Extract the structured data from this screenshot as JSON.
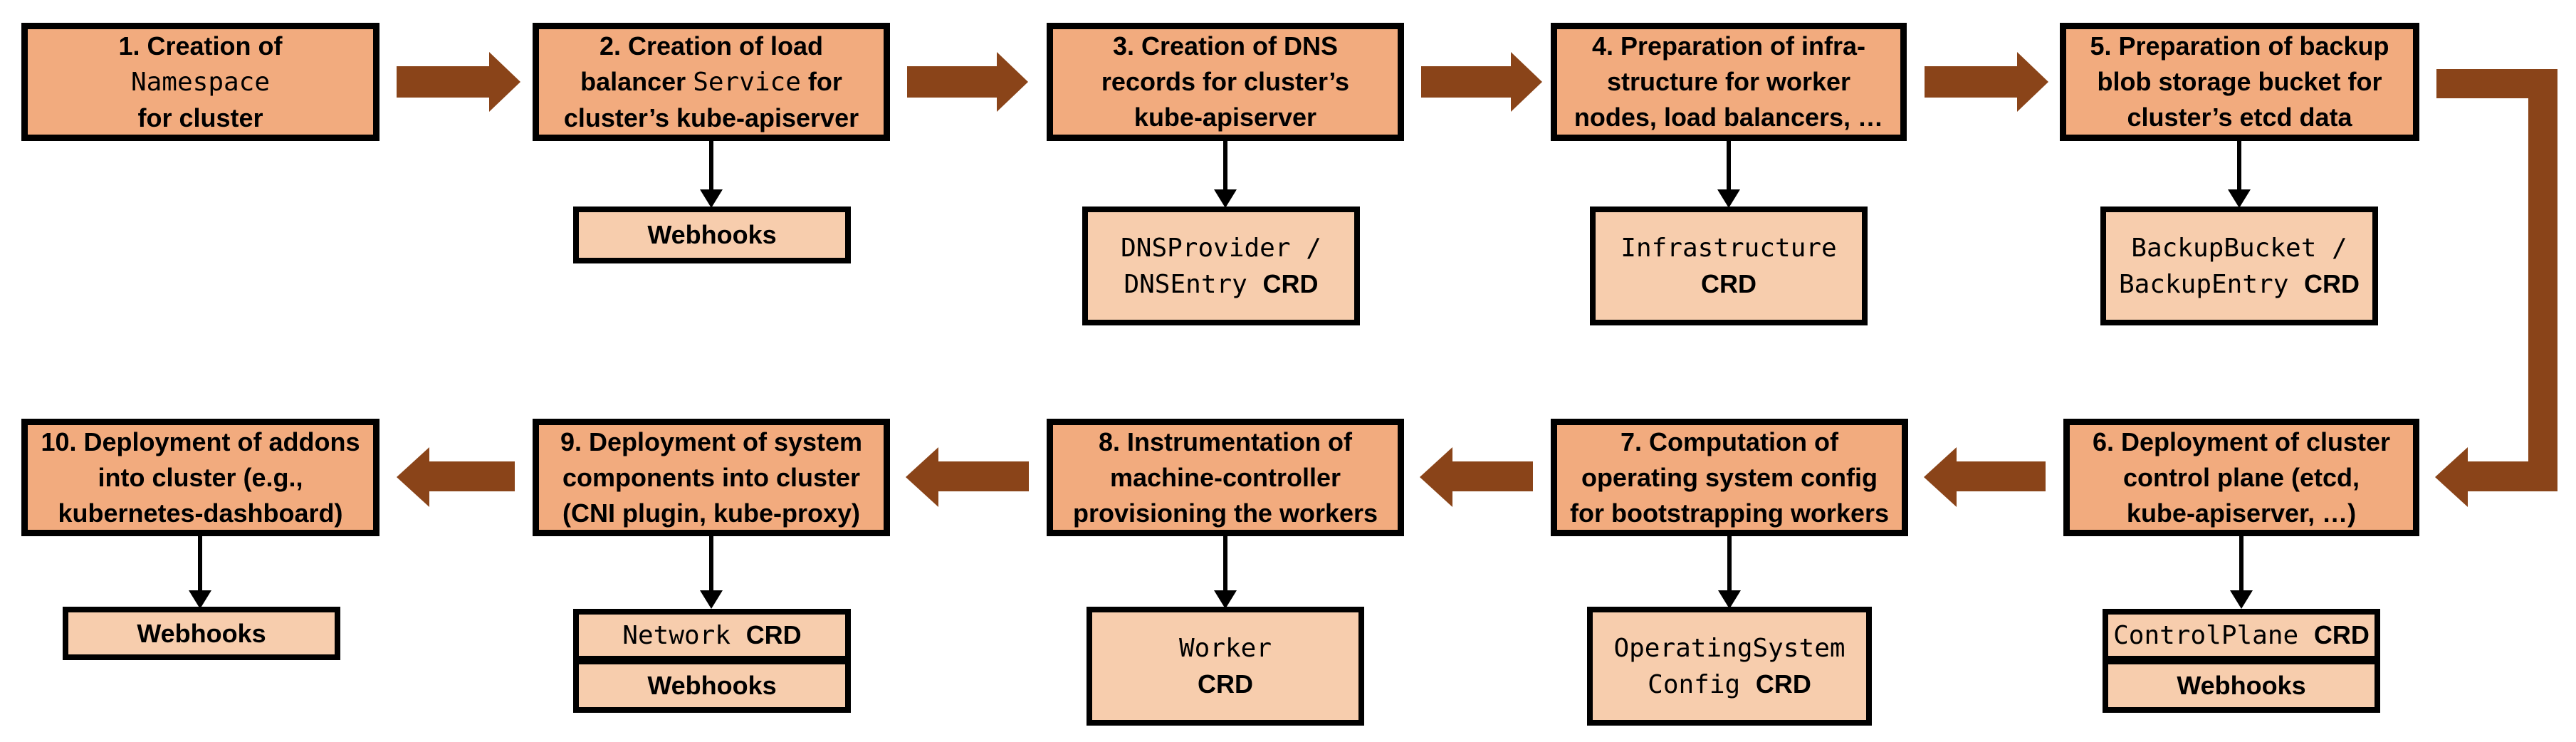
{
  "colors": {
    "box_fill": "#F2AB7E",
    "subbox_fill": "#F7CDAD",
    "arrow_brown": "#8A4419",
    "border": "#000000"
  },
  "labels": {
    "webhooks": "Webhooks"
  },
  "steps": [
    {
      "name": "step-1",
      "lines": [
        [
          {
            "t": "1. Creation of"
          }
        ],
        [
          {
            "t": "Namespace",
            "mono": true
          }
        ],
        [
          {
            "t": "for cluster"
          }
        ]
      ]
    },
    {
      "name": "step-2",
      "lines": [
        [
          {
            "t": "2. Creation of load"
          }
        ],
        [
          {
            "t": "balancer "
          },
          {
            "t": "Service",
            "mono": true
          },
          {
            "t": " for"
          }
        ],
        [
          {
            "t": "cluster’s kube-apiserver"
          }
        ]
      ]
    },
    {
      "name": "step-3",
      "lines": [
        [
          {
            "t": "3. Creation of DNS"
          }
        ],
        [
          {
            "t": "records for cluster’s"
          }
        ],
        [
          {
            "t": "kube-apiserver"
          }
        ]
      ]
    },
    {
      "name": "step-4",
      "lines": [
        [
          {
            "t": "4. Preparation of infra-"
          }
        ],
        [
          {
            "t": "structure for worker"
          }
        ],
        [
          {
            "t": "nodes, load balancers, …"
          }
        ]
      ]
    },
    {
      "name": "step-5",
      "lines": [
        [
          {
            "t": "5. Preparation of backup"
          }
        ],
        [
          {
            "t": "blob storage bucket for"
          }
        ],
        [
          {
            "t": "cluster’s etcd data"
          }
        ]
      ]
    },
    {
      "name": "step-6",
      "lines": [
        [
          {
            "t": "6. Deployment of cluster"
          }
        ],
        [
          {
            "t": "control plane (etcd,"
          }
        ],
        [
          {
            "t": "kube-apiserver, …)"
          }
        ]
      ]
    },
    {
      "name": "step-7",
      "lines": [
        [
          {
            "t": "7. Computation of"
          }
        ],
        [
          {
            "t": "operating system config"
          }
        ],
        [
          {
            "t": "for bootstrapping workers"
          }
        ]
      ]
    },
    {
      "name": "step-8",
      "lines": [
        [
          {
            "t": "8. Instrumentation of"
          }
        ],
        [
          {
            "t": "machine-controller"
          }
        ],
        [
          {
            "t": "provisioning the workers"
          }
        ]
      ]
    },
    {
      "name": "step-9",
      "lines": [
        [
          {
            "t": "9. Deployment of system"
          }
        ],
        [
          {
            "t": "components into cluster"
          }
        ],
        [
          {
            "t": "(CNI plugin, kube-proxy)"
          }
        ]
      ]
    },
    {
      "name": "step-10",
      "lines": [
        [
          {
            "t": "10. Deployment of addons"
          }
        ],
        [
          {
            "t": "into cluster (e.g.,"
          }
        ],
        [
          {
            "t": "kubernetes-dashboard)"
          }
        ]
      ]
    }
  ],
  "crds": {
    "dns": [
      [
        {
          "t": "DNSProvider /",
          "mono": true
        }
      ],
      [
        {
          "t": "DNSEntry ",
          "mono": true
        },
        {
          "t": "CRD",
          "crd": true
        }
      ]
    ],
    "infra": [
      [
        {
          "t": "Infrastructure",
          "mono": true
        }
      ],
      [
        {
          "t": "CRD",
          "crd": true
        }
      ]
    ],
    "backup": [
      [
        {
          "t": "BackupBucket /",
          "mono": true
        }
      ],
      [
        {
          "t": "BackupEntry ",
          "mono": true
        },
        {
          "t": "CRD",
          "crd": true
        }
      ]
    ],
    "controlplane": [
      [
        {
          "t": "ControlPlane ",
          "mono": true
        },
        {
          "t": "CRD",
          "crd": true
        }
      ]
    ],
    "osc": [
      [
        {
          "t": "OperatingSystem",
          "mono": true
        }
      ],
      [
        {
          "t": "Config ",
          "mono": true
        },
        {
          "t": "CRD",
          "crd": true
        }
      ]
    ],
    "worker": [
      [
        {
          "t": "Worker",
          "mono": true
        }
      ],
      [
        {
          "t": "CRD",
          "crd": true
        }
      ]
    ],
    "network": [
      [
        {
          "t": "Network ",
          "mono": true
        },
        {
          "t": "CRD",
          "crd": true
        }
      ]
    ]
  }
}
